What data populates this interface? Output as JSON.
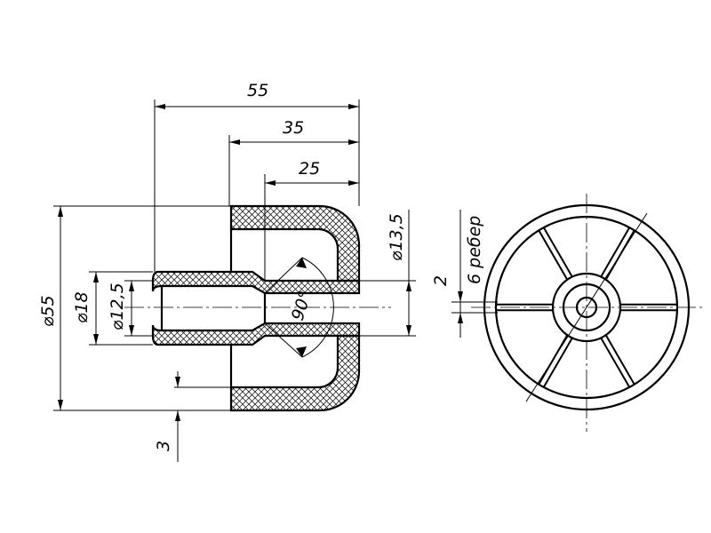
{
  "dimensions": {
    "length_55": "55",
    "length_35": "35",
    "length_25": "25",
    "dia_55": "⌀55",
    "dia_18": "⌀18",
    "dia_12_5": "⌀12,5",
    "dia_13_5": "⌀13,5",
    "wall_3": "3",
    "angle_90": "90°",
    "rib_width_2": "2",
    "rib_note": "6 ребер"
  },
  "colors": {
    "line": "#000000",
    "background": "#ffffff"
  }
}
